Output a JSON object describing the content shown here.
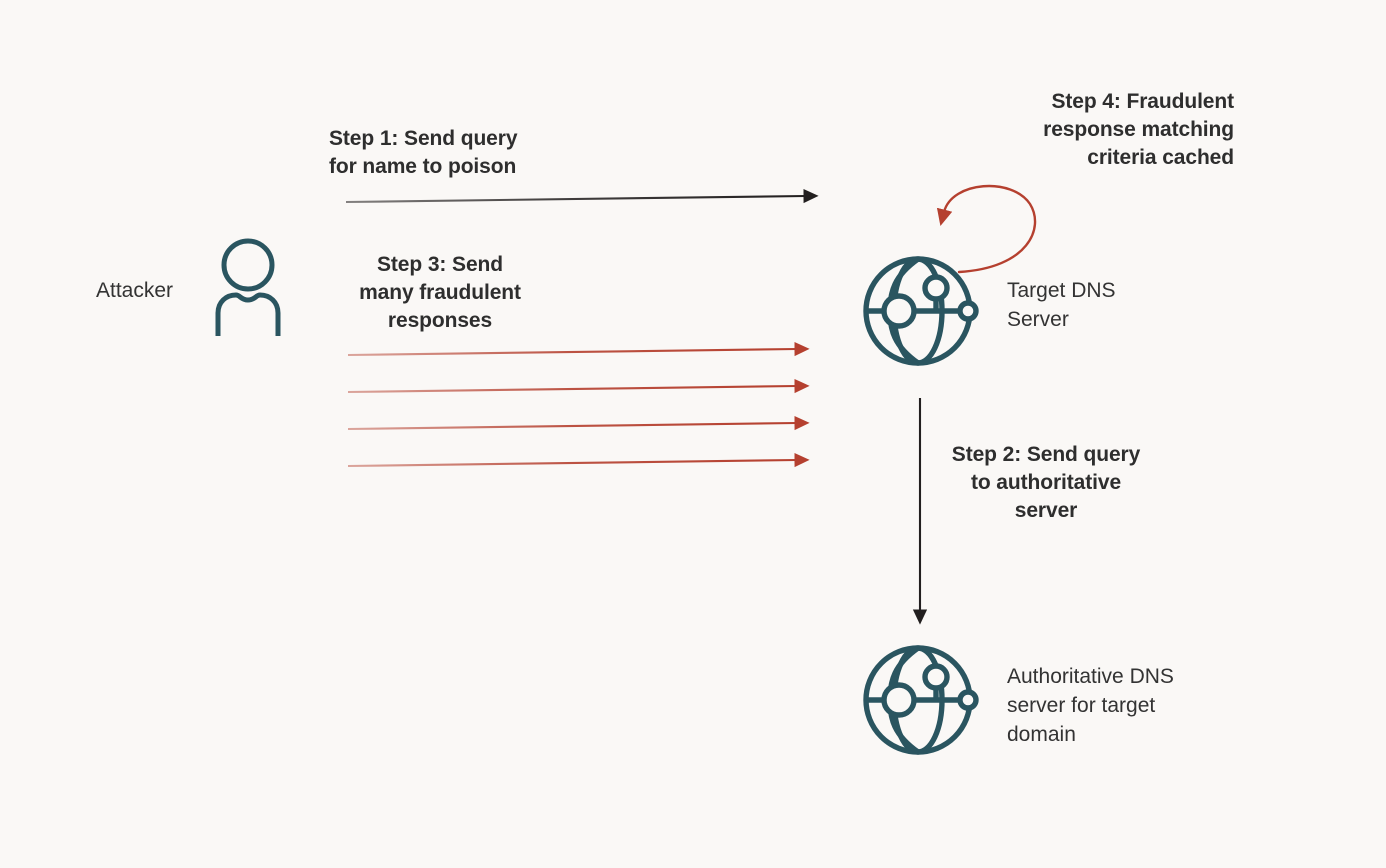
{
  "diagram": {
    "title": "DNS cache poisoning attack flow",
    "background_color": "#faf8f6",
    "accent_teal": "#2a5560",
    "accent_red": "#b5402f",
    "line_dark": "#221f1f",
    "text_color": "#2e2e2e"
  },
  "labels": {
    "attacker": "Attacker",
    "target_server": "Target DNS\nServer",
    "authoritative_server": "Authoritative DNS\nserver for target\ndomain",
    "step1": "Step 1: Send query\nfor name to poison",
    "step2": "Step 2: Send query\nto authoritative\nserver",
    "step3": "Step 3: Send\nmany fraudulent\nresponses",
    "step4": "Step 4: Fraudulent\nresponse matching\ncriteria cached"
  },
  "icons": {
    "attacker": "person-icon",
    "target_server": "globe-network-icon",
    "authoritative_server": "globe-network-icon"
  },
  "flows": [
    {
      "id": "step1",
      "name": "query-arrow",
      "from": "attacker",
      "to": "target-dns-server",
      "color": "#221f1f",
      "style": "straight",
      "count": 1
    },
    {
      "id": "step2",
      "name": "authoritative-query-arrow",
      "from": "target-dns-server",
      "to": "authoritative-dns-server",
      "color": "#221f1f",
      "style": "straight-vertical",
      "count": 1
    },
    {
      "id": "step3",
      "name": "fraudulent-response-arrows",
      "from": "attacker",
      "to": "target-dns-server",
      "color": "#b5402f",
      "style": "straight",
      "count": 4
    },
    {
      "id": "step4",
      "name": "cache-loop-arrow",
      "from": "target-dns-server",
      "to": "target-dns-server",
      "color": "#b5402f",
      "style": "loop",
      "count": 1
    }
  ]
}
